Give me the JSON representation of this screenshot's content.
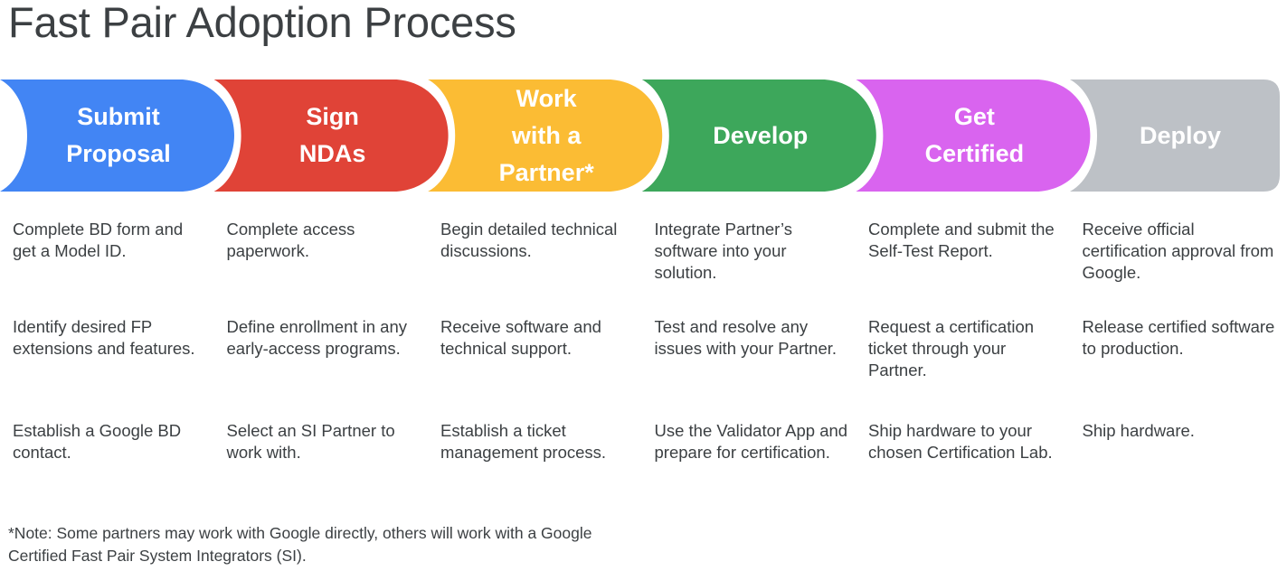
{
  "page": {
    "title": "Fast Pair Adoption Process",
    "background_color": "#ffffff",
    "text_color": "#3c4043"
  },
  "process": {
    "steps": [
      {
        "label_lines": [
          "Submit",
          "Proposal"
        ],
        "label_full": "Submit Proposal",
        "color": "#4285f4",
        "text_color": "#ffffff",
        "items": [
          "Complete BD form and get a Model ID.",
          "Identify desired FP extensions and features.",
          "Establish a Google BD contact."
        ]
      },
      {
        "label_lines": [
          "Sign",
          "NDAs"
        ],
        "label_full": "Sign NDAs",
        "color": "#e04337",
        "text_color": "#ffffff",
        "items": [
          "Complete access paperwork.",
          "Define enrollment in any early-access programs.",
          "Select an SI Partner to work with."
        ]
      },
      {
        "label_lines": [
          "Work",
          "with a",
          "Partner*"
        ],
        "label_full": "Work with a Partner*",
        "color": "#fbbc34",
        "text_color": "#ffffff",
        "items": [
          "Begin detailed technical discussions.",
          "Receive software and technical support.",
          "Establish a ticket management process."
        ]
      },
      {
        "label_lines": [
          "Develop"
        ],
        "label_full": "Develop",
        "color": "#3da75b",
        "text_color": "#ffffff",
        "items": [
          "Integrate Partner’s software into your solution.",
          "Test and resolve any issues with your Partner.",
          "Use the Validator App and prepare for certification."
        ]
      },
      {
        "label_lines": [
          "Get",
          "Certified"
        ],
        "label_full": "Get Certified",
        "color": "#d964ef",
        "text_color": "#ffffff",
        "items": [
          "Complete and submit the Self-Test Report.",
          "Request a certification ticket through your Partner.",
          "Ship hardware to your chosen Certification Lab."
        ]
      },
      {
        "label_lines": [
          "Deploy"
        ],
        "label_full": "Deploy",
        "color": "#bdc1c6",
        "text_color": "#ffffff",
        "items": [
          "Receive official certification approval from Google.",
          "Release certified software to production.",
          "Ship hardware."
        ]
      }
    ]
  },
  "footnote": {
    "text": "*Note: Some partners may work with Google directly, others will work with a Google Certified Fast Pair System Integrators (SI)."
  }
}
